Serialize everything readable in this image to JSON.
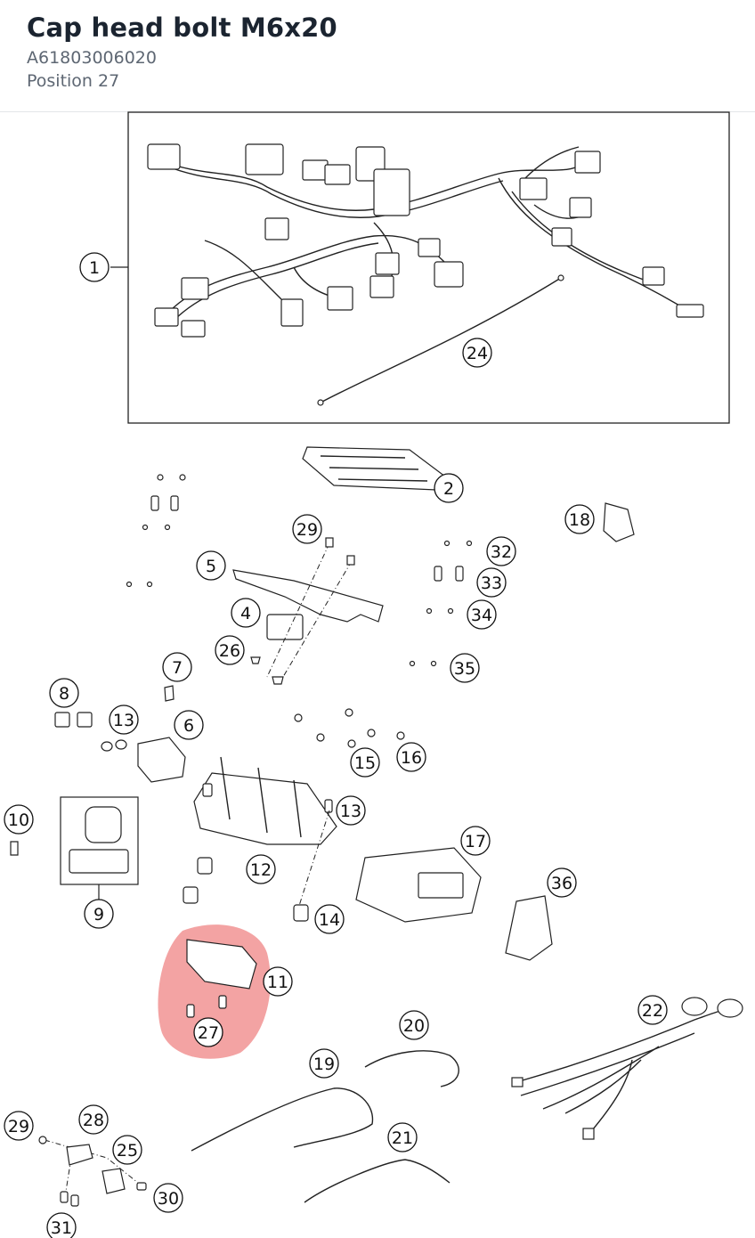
{
  "header": {
    "title": "Cap head bolt M6x20",
    "part_number": "A61803006020",
    "position": "Position 27"
  },
  "highlight": {
    "color": "#f19393",
    "position_label": "27"
  },
  "callouts": [
    "1",
    "24",
    "2",
    "18",
    "29",
    "5",
    "32",
    "33",
    "4",
    "34",
    "26",
    "7",
    "35",
    "8",
    "13",
    "6",
    "15",
    "16",
    "10",
    "13",
    "17",
    "36",
    "9",
    "12",
    "14",
    "11",
    "27",
    "22",
    "20",
    "19",
    "29",
    "28",
    "25",
    "21",
    "30",
    "31"
  ]
}
